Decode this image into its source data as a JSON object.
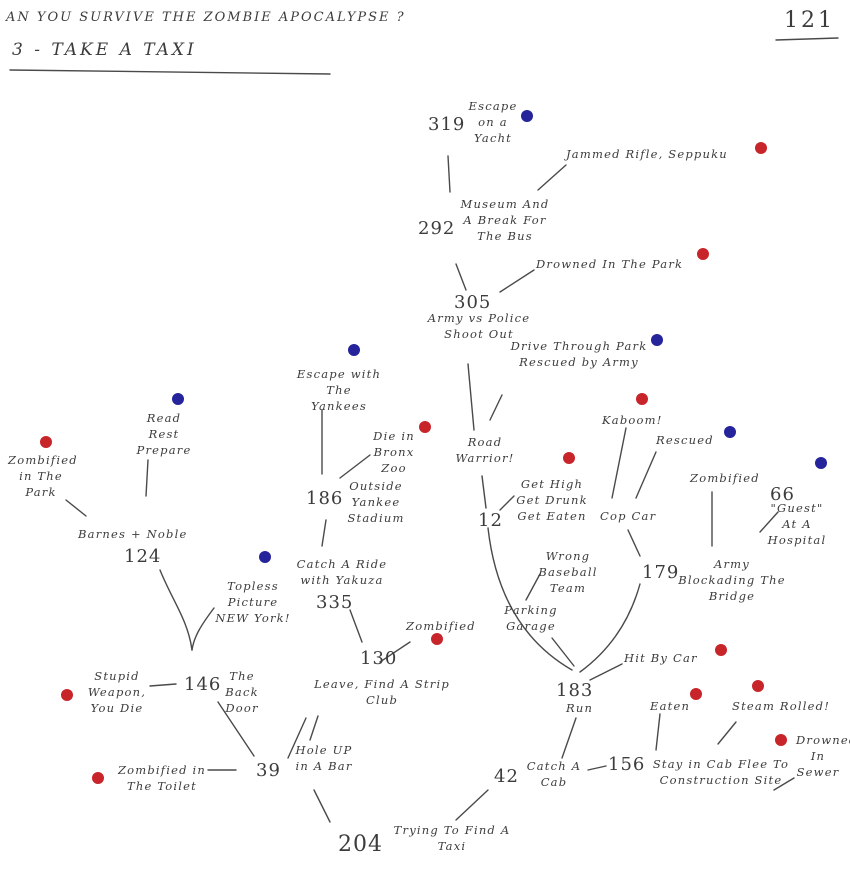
{
  "header": {
    "title": "AN YOU SURVIVE THE ZOMBIE APOCALYPSE ?",
    "subtitle": "3 - TAKE A TAXI",
    "page_number": "121"
  },
  "nodes": {
    "n319": {
      "num": "319",
      "text": "Escape on a Yacht"
    },
    "jammed": {
      "text": "Jammed Rifle, Seppuku"
    },
    "n292": {
      "num": "292",
      "text": "Museum And A Break For The Bus"
    },
    "drowned_park": {
      "text": "Drowned In The Park"
    },
    "n305": {
      "num": "305",
      "text": "Army vs Police Shoot Out"
    },
    "drive_through": {
      "text": "Drive Through Park Rescued by Army"
    },
    "escape_yankees": {
      "text": "Escape with The Yankees"
    },
    "read_rest": {
      "text": "Read Rest Prepare"
    },
    "die_bronx": {
      "text": "Die in Bronx Zoo"
    },
    "road_warrior": {
      "text": "Road Warrior!"
    },
    "kaboom": {
      "text": "Kaboom!"
    },
    "rescued": {
      "text": "Rescued"
    },
    "zombified_park": {
      "text": "Zombified in The Park"
    },
    "n186": {
      "num": "186",
      "text": "Outside Yankee Stadium"
    },
    "get_high": {
      "text": "Get High Get Drunk Get Eaten"
    },
    "zombified_r": {
      "text": "Zombified"
    },
    "guest": {
      "num": "66",
      "text": "\"Guest\" At A Hospital"
    },
    "n12": {
      "num": "12"
    },
    "cop_car": {
      "text": "Cop Car"
    },
    "barnes": {
      "text": "Barnes + Noble"
    },
    "n124": {
      "num": "124"
    },
    "catch_ride": {
      "text": "Catch A Ride with Yakuza"
    },
    "wrong_team": {
      "text": "Wrong Baseball Team"
    },
    "n179": {
      "num": "179",
      "text": "Army Blockading The Bridge"
    },
    "topless": {
      "text": "Topless Picture NEW York!"
    },
    "n335": {
      "num": "335"
    },
    "parking": {
      "text": "Parking Garage"
    },
    "zombified_130": {
      "text": "Zombified"
    },
    "n130": {
      "num": "130"
    },
    "hit_car": {
      "text": "Hit By Car"
    },
    "stupid_weapon": {
      "text": "Stupid Weapon, You Die"
    },
    "n146": {
      "num": "146",
      "text": "The Back Door"
    },
    "leave": {
      "text": "Leave, Find A Strip Club"
    },
    "n183": {
      "num": "183",
      "text": "Run"
    },
    "eaten": {
      "text": "Eaten"
    },
    "steamrolled": {
      "text": "Steam Rolled!"
    },
    "drowned_sewer": {
      "text": "Drowned In Sewer"
    },
    "zombified_toilet": {
      "text": "Zombified in The Toilet"
    },
    "n39": {
      "num": "39"
    },
    "hole_up": {
      "text": "Hole UP in A Bar"
    },
    "n42": {
      "num": "42",
      "text": "Catch A Cab"
    },
    "n156": {
      "num": "156",
      "text": "Stay in Cab Flee To Construction Site"
    },
    "n204": {
      "num": "204",
      "text": "Trying To Find A Taxi"
    }
  },
  "legend_colors": {
    "death": "#c8252b",
    "survive": "#25249a"
  }
}
